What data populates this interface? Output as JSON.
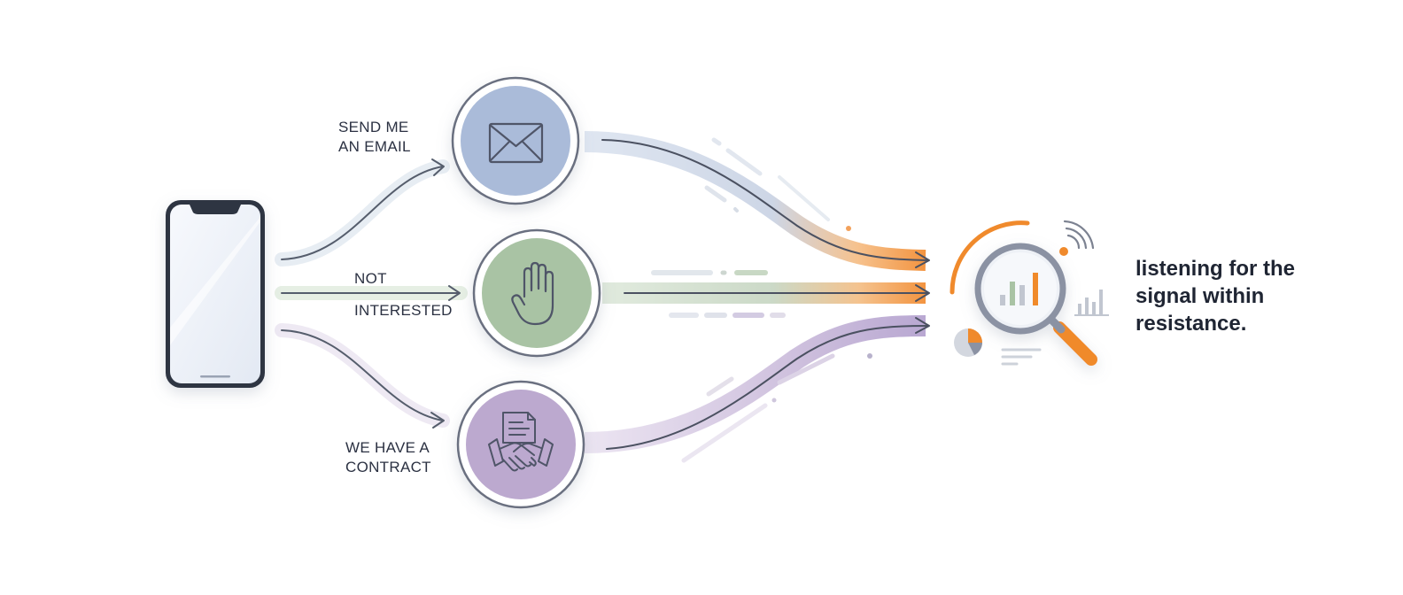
{
  "diagram": {
    "source": {
      "icon": "smartphone-icon"
    },
    "responses": [
      {
        "key": "email",
        "line1": "SEND ME",
        "line2": "AN EMAIL",
        "icon": "envelope-icon",
        "color": "#aabbd9"
      },
      {
        "key": "not-interested",
        "line1": "NOT",
        "line2": "INTERESTED",
        "icon": "hand-stop-icon",
        "color": "#a9c3a4"
      },
      {
        "key": "contract",
        "line1": "WE HAVE A",
        "line2": "CONTRACT",
        "icon": "handshake-contract-icon",
        "color": "#bca9cf"
      }
    ],
    "target": {
      "icon": "magnifier-analytics-icon",
      "accent": "#f08a2c"
    },
    "caption": {
      "line1": "listening for the",
      "line2": "signal within",
      "line3": "resistance."
    }
  }
}
